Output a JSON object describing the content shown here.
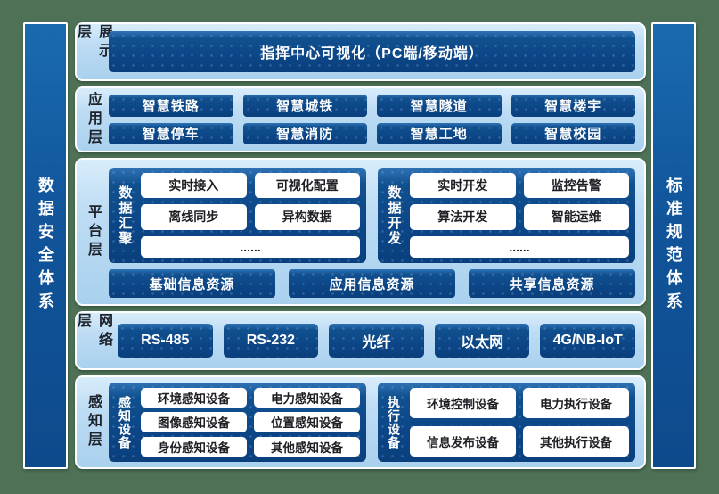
{
  "colors": {
    "background_green": "#4f7257",
    "panel_light_blue": "#bedcf4",
    "box_dark_blue": "#0c4687",
    "chip_white": "#ffffff",
    "chip_text": "#1e1e24"
  },
  "side_bars": {
    "left": "数据安全体系",
    "right": "标准规范体系"
  },
  "layers": {
    "display": {
      "label": "展示层",
      "box": "指挥中心可视化（PC端/移动端）"
    },
    "application": {
      "label": "应用层",
      "items": [
        "智慧铁路",
        "智慧城铁",
        "智慧隧道",
        "智慧楼宇",
        "智慧停车",
        "智慧消防",
        "智慧工地",
        "智慧校园"
      ]
    },
    "platform": {
      "label": "平台层",
      "group1": {
        "label": "数据汇聚",
        "items": [
          "实时接入",
          "可视化配置",
          "离线同步",
          "异构数据"
        ],
        "more": "......"
      },
      "group2": {
        "label": "数据开发",
        "items": [
          "实时开发",
          "监控告警",
          "算法开发",
          "智能运维"
        ],
        "more": "......"
      },
      "resources": [
        "基础信息资源",
        "应用信息资源",
        "共享信息资源"
      ]
    },
    "network": {
      "label": "网络层",
      "items": [
        "RS-485",
        "RS-232",
        "光纤",
        "以太网",
        "4G/NB-IoT"
      ]
    },
    "perception": {
      "label": "感知层",
      "group1": {
        "label": "感知设备",
        "items": [
          "环境感知设备",
          "电力感知设备",
          "图像感知设备",
          "位置感知设备",
          "身份感知设备",
          "其他感知设备"
        ]
      },
      "group2": {
        "label": "执行设备",
        "items": [
          "环境控制设备",
          "电力执行设备",
          "信息发布设备",
          "其他执行设备"
        ]
      }
    }
  }
}
